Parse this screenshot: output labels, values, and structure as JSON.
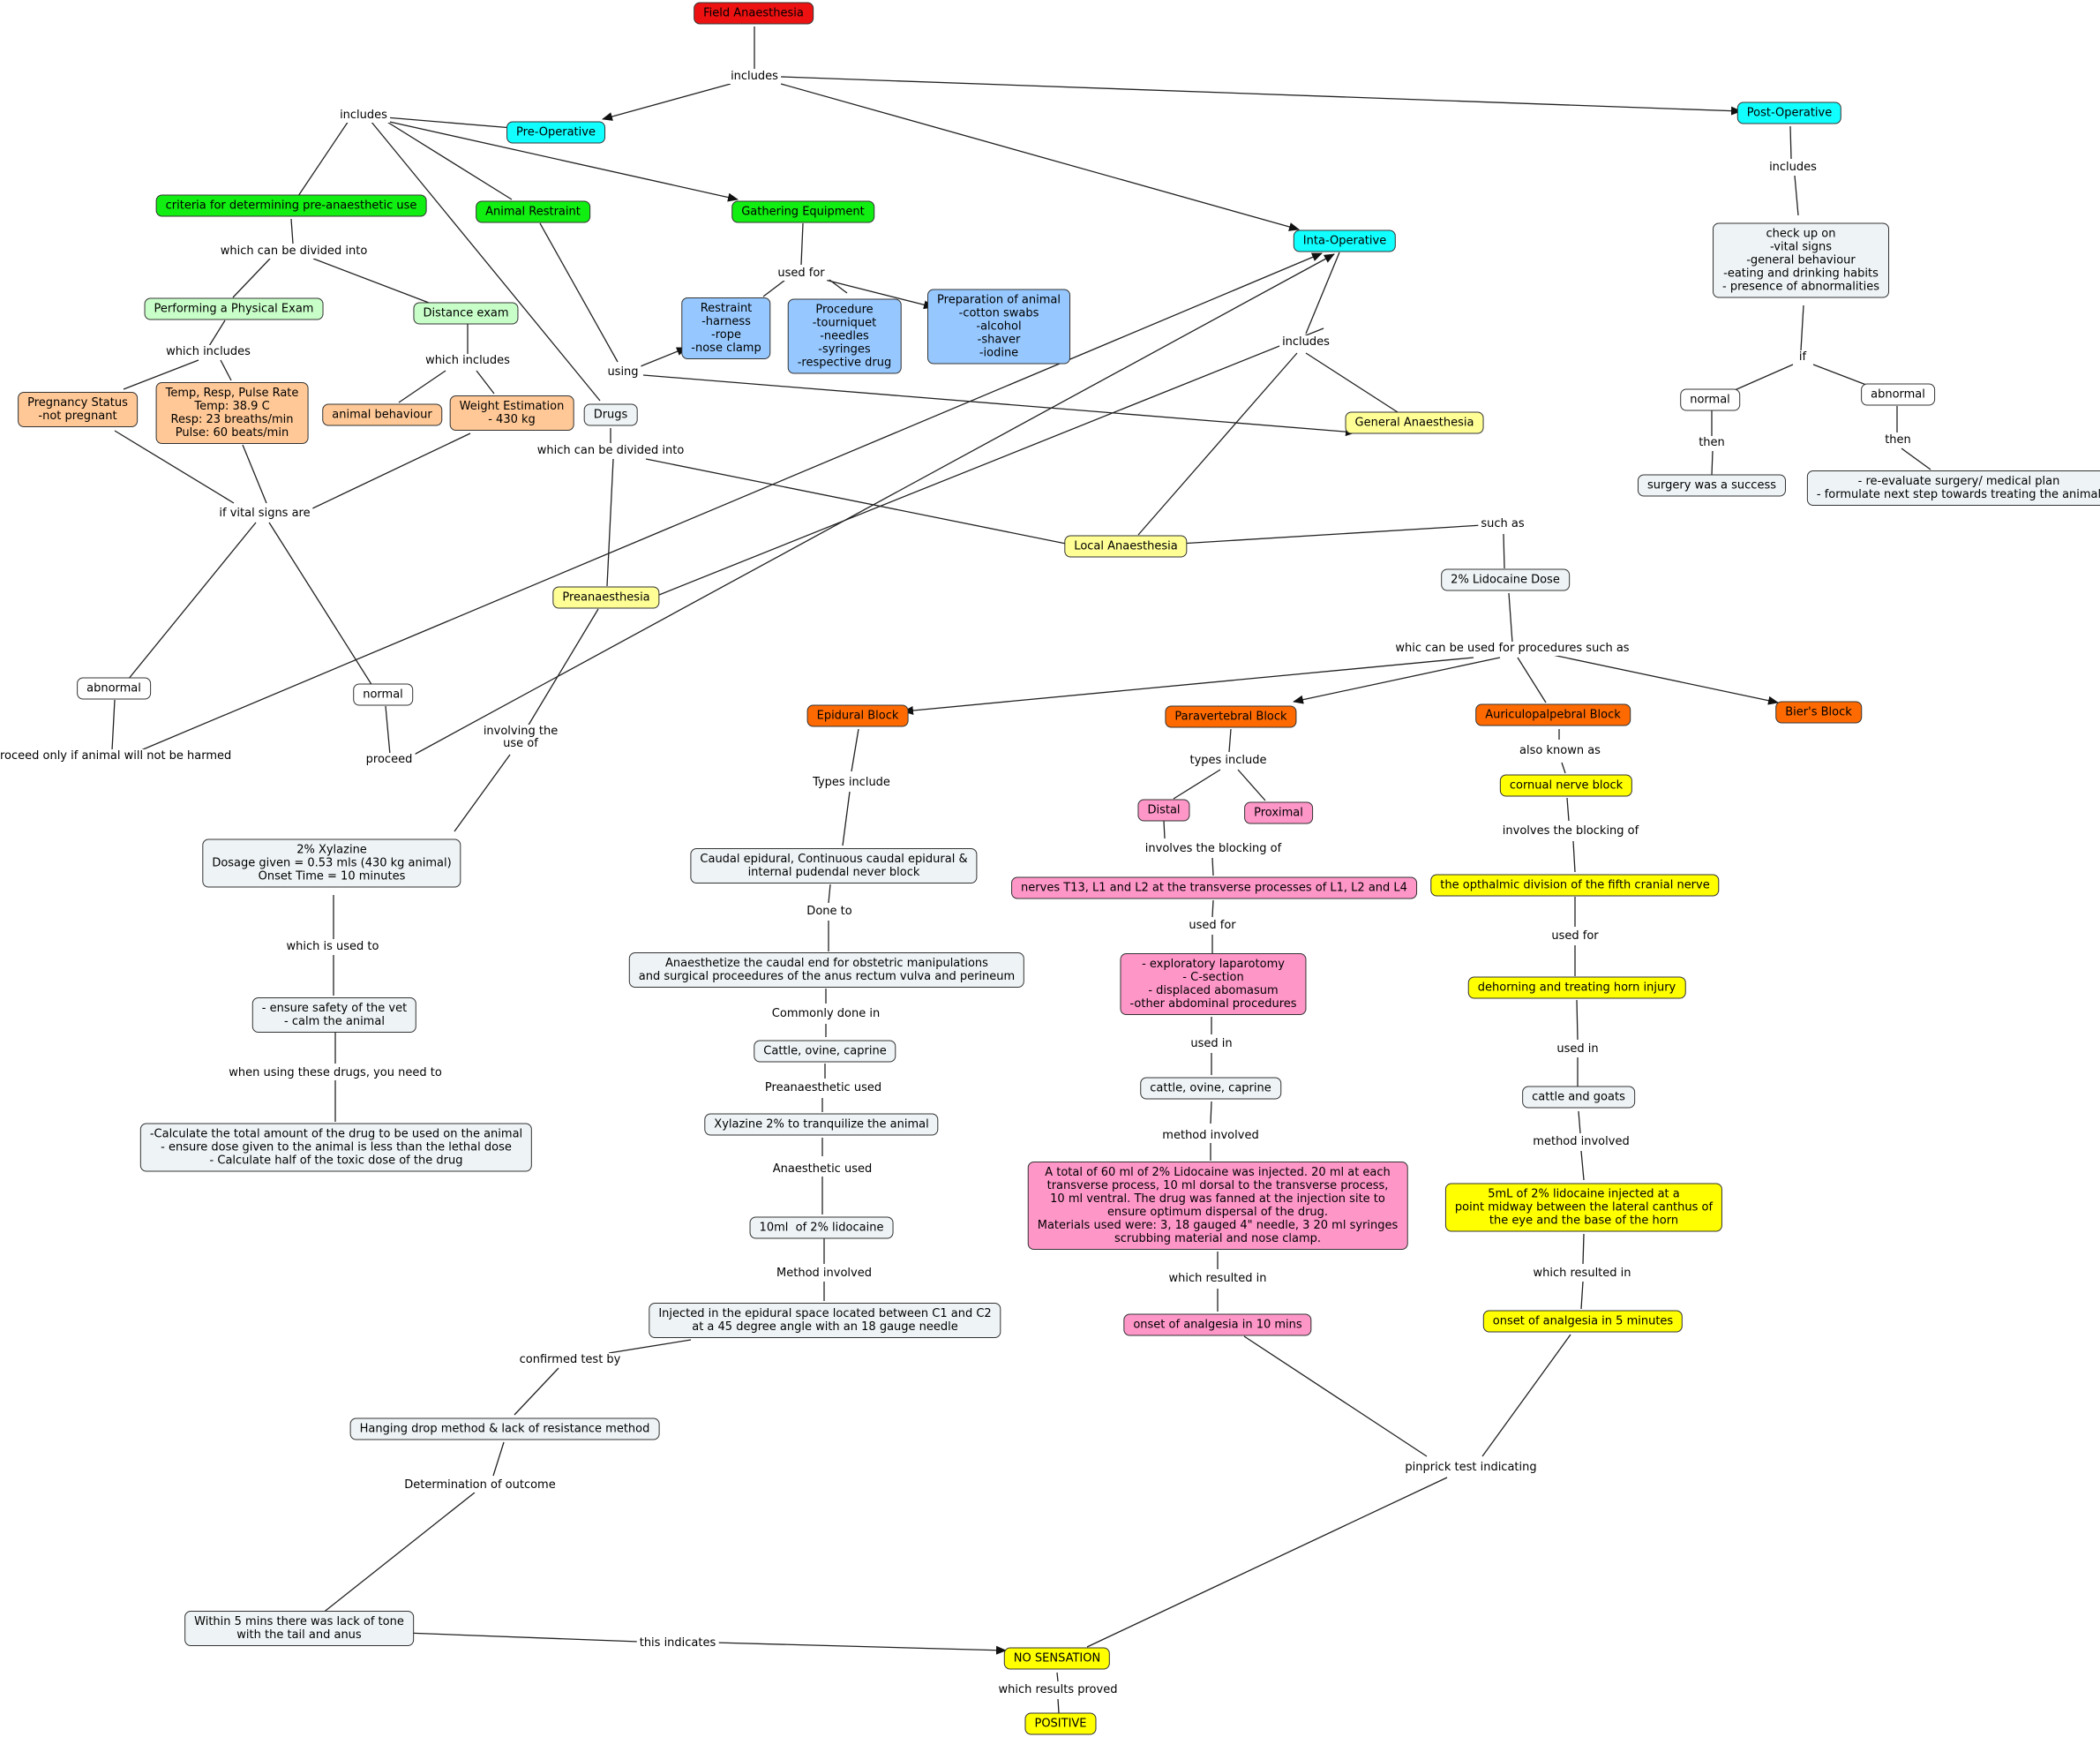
{
  "diagram": {
    "root": "Field Anaesthesia",
    "root_link": "includes",
    "phases": {
      "pre": "Pre-Operative",
      "intra": "Inta-Operative",
      "post": "Post-Operative"
    },
    "pre_link": "includes",
    "criteria": "criteria for determining pre-anaesthetic use",
    "criteria_link": "which can be divided into",
    "physical_exam": "Performing a Physical Exam",
    "distance_exam": "Distance exam",
    "pe_link": "which includes",
    "de_link": "which includes",
    "pregnancy": "Pregnancy Status\n-not pregnant",
    "vitals": "Temp, Resp, Pulse Rate\nTemp: 38.9 C\nResp: 23 breaths/min\nPulse: 60 beats/min",
    "animal_behaviour": "animal behaviour",
    "weight": "Weight Estimation\n- 430 kg",
    "vital_link": "if vital signs are",
    "abnormal": "abnormal",
    "normal": "normal",
    "proceed_harm": "proceed only if animal will not be harmed",
    "proceed": "proceed",
    "animal_restraint": "Animal Restraint",
    "gathering_equipment": "Gathering Equipment",
    "used_for": "used for",
    "using": "using",
    "restraint": "Restraint\n-harness\n-rope\n-nose clamp",
    "procedure": "Procedure\n-tourniquet\n-needles\n-syringes\n-respective drug",
    "preparation": "Preparation of animal\n-cotton swabs\n-alcohol\n-shaver\n-iodine",
    "drugs": "Drugs",
    "drugs_link": "which can be divided into",
    "preanaesthesia": "Preanaesthesia",
    "involving": "involving the\nuse of",
    "xylazine": "2% Xylazine\nDosage given = 0.53 mls (430 kg animal)\nOnset Time = 10 minutes",
    "used_to": "which is used to",
    "safety": "- ensure safety of the vet\n- calm the animal",
    "need_to": "when using these drugs, you need to",
    "calculate": "-Calculate the total amount of the drug to be used on the animal\n- ensure dose given to the animal is less than the lethal dose\n- Calculate half of the toxic dose of the drug",
    "intra_link": "includes",
    "general": "General Anaesthesia",
    "local": "Local Anaesthesia",
    "such_as": "such as",
    "lidocaine_dose": "2% Lidocaine Dose",
    "procedures_link": "whic can be used for procedures such as",
    "epidural": "Epidural Block",
    "paravertebral": "Paravertebral Block",
    "auriculo": "Auriculopalpebral Block",
    "biers": "Bier's Block",
    "ep_types": "Types include",
    "ep_caudal": "Caudal epidural, Continuous caudal epidural &\ninternal pudendal never block",
    "ep_done": "Done to",
    "ep_anaesthetize": "Anaesthetize the caudal end for obstetric manipulations\nand surgical proceedures of the anus rectum vulva and perineum",
    "ep_common": "Commonly done in",
    "ep_cattle": "Cattle, ovine, caprine",
    "ep_pre_used": "Preanaesthetic used",
    "ep_xyl": "Xylazine 2% to tranquilize the animal",
    "ep_anaes_used": "Anaesthetic used",
    "ep_lido": "10ml  of 2% lidocaine",
    "ep_method": "Method involved",
    "ep_injected": "Injected in the epidural space located between C1 and C2\nat a 45 degree angle with an 18 gauge needle",
    "ep_confirmed": "confirmed test by",
    "ep_hanging": "Hanging drop method & lack of resistance method",
    "ep_determination": "Determination of outcome",
    "ep_within": "Within 5 mins there was lack of tone\nwith the tail and anus",
    "ep_indicates": "this indicates",
    "pv_types": "types include",
    "pv_distal": "Distal",
    "pv_proximal": "Proximal",
    "pv_involves": "involves the blocking of",
    "pv_nerves": "nerves T13, L1 and L2 at the transverse processes of L1, L2 and L4",
    "pv_used_for": "used for",
    "pv_uses": "- exploratory laparotomy\n- C-section\n- displaced abomasum\n-other abdominal procedures",
    "pv_used_in": "used in",
    "pv_cattle": "cattle, ovine, caprine",
    "pv_method": "method involved",
    "pv_total": "A total of 60 ml of 2% Lidocaine was injected. 20 ml at each\ntransverse process, 10 ml dorsal to the transverse process,\n10 ml ventral. The drug was fanned at the injection site to\nensure optimum dispersal of the drug.\nMaterials used were: 3, 18 gauged 4\" needle, 3 20 ml syringes\nscrubbing material and nose clamp.",
    "pv_resulted": "which resulted in",
    "pv_onset": "onset of analgesia in 10 mins",
    "au_aka": "also known as",
    "au_cornual": "cornual nerve block",
    "au_involves": "involves the blocking of",
    "au_opthalmic": "the opthalmic division of the fifth cranial nerve",
    "au_used_for": "used for",
    "au_dehorning": "dehorning and treating horn injury",
    "au_used_in": "used in",
    "au_cattle": "cattle and goats",
    "au_method": "method involved",
    "au_5ml": "5mL of 2% lidocaine injected at a\npoint midway between the lateral canthus of\nthe eye and the base of the horn",
    "au_resulted": "which resulted in",
    "au_onset": "onset of analgesia in 5 minutes",
    "pinprick": "pinprick test indicating",
    "no_sensation": "NO SENSATION",
    "results_proved": "which results proved",
    "positive": "POSITIVE",
    "post_link": "includes",
    "checkup": "check up on\n-vital signs\n-general behaviour\n-eating and drinking habits\n- presence of abnormalities",
    "if": "if",
    "post_normal": "normal",
    "post_abnormal": "abnormal",
    "then1": "then",
    "then2": "then",
    "success": "surgery was a success",
    "reevaluate": "- re-evaluate surgery/ medical plan\n- formulate next step towards treating the animal"
  }
}
